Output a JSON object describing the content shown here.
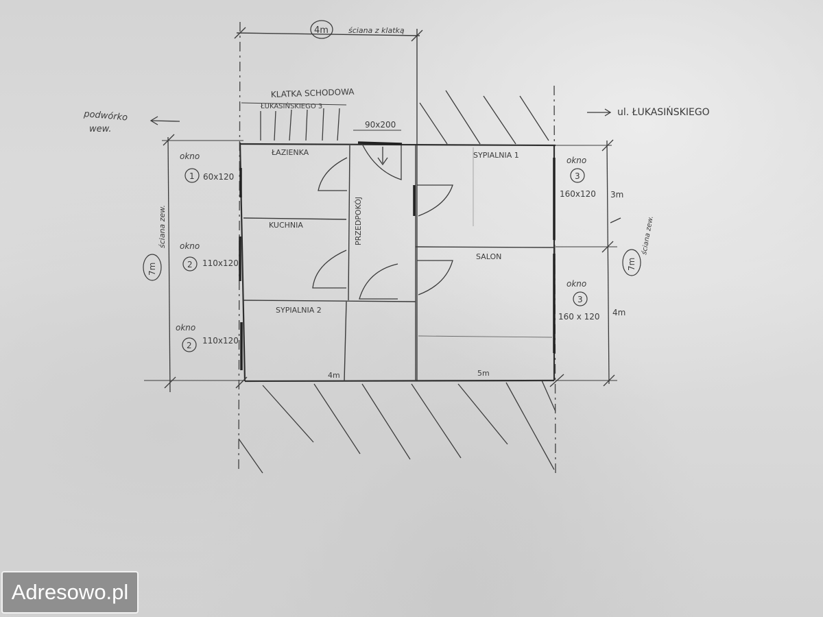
{
  "plan": {
    "top_dimension": {
      "value": "4m",
      "note": "ściana z klatką"
    },
    "stairwell": {
      "title": "KLATKA SCHODOWA",
      "address": "ŁUKASIŃSKIEGO 3"
    },
    "courtyard": {
      "text_line1": "podwórko",
      "text_line2": "wew."
    },
    "street": {
      "text": "ul. ŁUKASIŃSKIEGO"
    },
    "entrance_door": "90x200",
    "rooms": {
      "bathroom": "ŁAZIENKA",
      "kitchen": "KUCHNIA",
      "hallway": "PRZEDPOKÓJ",
      "bedroom2": "SYPIALNIA 2",
      "bedroom1": "SYPIALNIA 1",
      "living_room": "SALON"
    },
    "windows_left": [
      {
        "label": "okno",
        "number": "1",
        "size": "60x120"
      },
      {
        "label": "okno",
        "number": "2",
        "size": "110x120"
      },
      {
        "label": "okno",
        "number": "2",
        "size": "110x120"
      }
    ],
    "windows_right": [
      {
        "label": "okno",
        "number": "3",
        "size": "160x120"
      },
      {
        "label": "okno",
        "number": "3",
        "size": "160 x 120"
      }
    ],
    "left_dimension": {
      "value": "7m",
      "note": "ściana zew."
    },
    "right_dimension": {
      "value": "7m",
      "note": "ściana zew."
    },
    "right_segments": [
      "3m",
      "4m"
    ],
    "bottom_segments": [
      "4m",
      "5m"
    ]
  },
  "watermark": "Adresowo.pl"
}
